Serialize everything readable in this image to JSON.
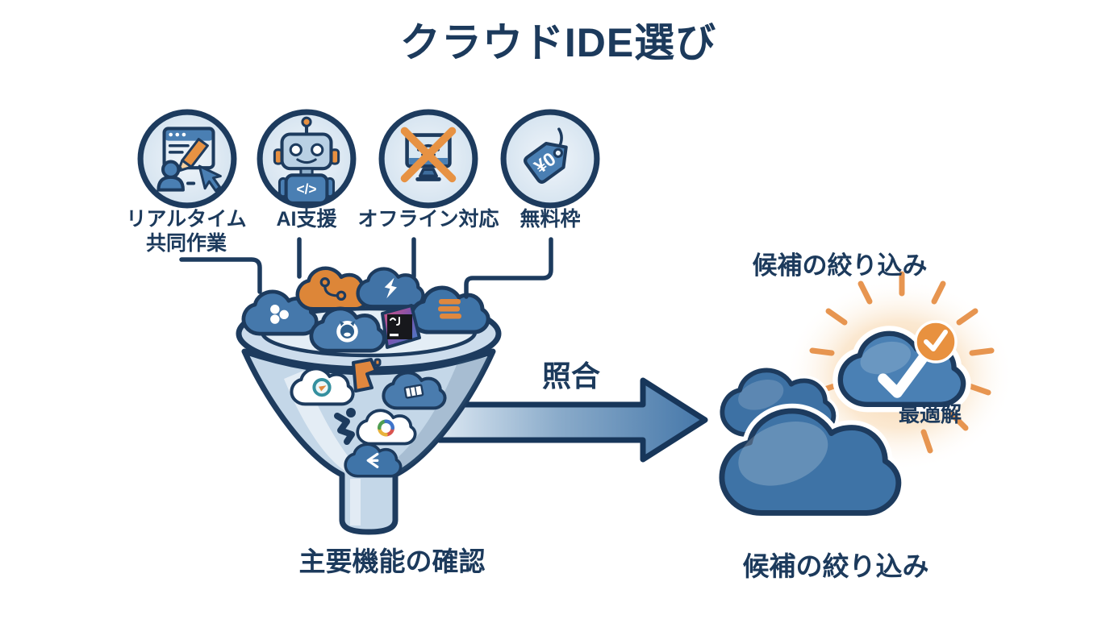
{
  "title": "クラウドIDE選び",
  "criteria": [
    {
      "label": "リアルタイム\n共同作業"
    },
    {
      "label": "AI支援"
    },
    {
      "label": "オフライン対応"
    },
    {
      "label": "無料枠"
    }
  ],
  "icons": {
    "tag_text": "¥0",
    "robot_code_glyph": "</>"
  },
  "flow": {
    "arrow_label": "照合",
    "funnel_caption": "主要機能の確認",
    "result_caption_top": "候補の絞り込み",
    "result_caption_bottom": "候補の絞り込み",
    "best_badge_label": "最適解"
  },
  "colors": {
    "navy": "#1d3b5e",
    "blue": "#4a7fb3",
    "light_blue": "#c4d7e8",
    "orange": "#e0883e",
    "background": "#ffffff"
  }
}
